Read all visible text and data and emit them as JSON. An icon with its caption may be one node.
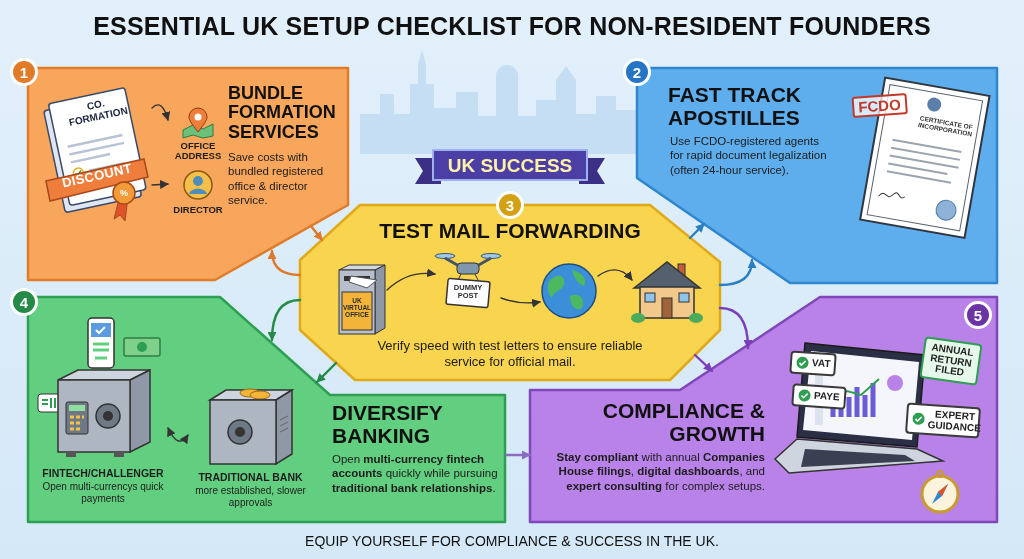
{
  "diagram": {
    "title": "ESSENTIAL UK SETUP CHECKLIST FOR NON-RESIDENT FOUNDERS",
    "caption": "EQUIP YOURSELF FOR COMPLIANCE & SUCCESS IN THE UK.",
    "nodes": [
      {
        "text": [
          "1",
          "BUNDLE FORMATION SERVICES",
          "Save costs with bundled registered office & director service."
        ]
      },
      {
        "text": [
          "CO. FORMATION",
          "DISCOUNT",
          "%"
        ],
        "in": 0
      },
      {
        "text": [
          "OFFICE ADDRESS"
        ],
        "in": 0
      },
      {
        "text": [
          "DIRECTOR"
        ],
        "in": 0
      },
      {
        "text": [
          "2",
          "FAST TRACK APOSTILLES",
          "Use FCDO-registered agents for rapid document legalization (often 24-hour service)."
        ]
      },
      {
        "text": [
          "FCDO",
          "CERTIFICATE OF INCORPORATION"
        ],
        "in": 4
      },
      {
        "text": [
          "UK SUCCESS"
        ]
      },
      {
        "text": [
          "3",
          "TEST MAIL FORWARDING",
          "Verify speed with test letters to ensure reliable service for official mail."
        ]
      },
      {
        "text": [
          "UK VIRTUAL OFFICE"
        ],
        "in": 7
      },
      {
        "text": [
          "DUMMY POST"
        ],
        "in": 7
      },
      {
        "text": [],
        "shape": "picture",
        "in": 7
      },
      {
        "text": [],
        "shape": "picture",
        "in": 7
      },
      {
        "text": [
          "4",
          "DIVERSIFY BANKING",
          "Open **multi-currency fintech accounts** quickly while pursuing **traditional bank relationships**."
        ]
      },
      {
        "text": [
          "FINTECH/CHALLENGER",
          "Open multi-currencys quick payments"
        ],
        "in": 12
      },
      {
        "text": [
          "TRADITIONAL BANK",
          "more established, slower approvals"
        ],
        "in": 12
      },
      {
        "text": [
          "5",
          "COMPLIANCE & GROWTH",
          "**Stay compliant** with annual **Companies House filings**, **digital dashboards**, and **expert consulting** for complex setups."
        ]
      },
      {
        "text": [
          "VAT",
          "PAYE",
          "ANNUAL RETURN FILED",
          "EXPERT GUIDANCE"
        ],
        "in": 15
      }
    ],
    "edges": [
      {
        "from": 1,
        "to": 2,
        "arrow": "to"
      },
      {
        "from": 1,
        "to": 3,
        "arrow": "to"
      },
      {
        "from": 0,
        "to": 7,
        "arrow": "to",
        "color": "#e0772a"
      },
      {
        "from": 7,
        "to": 0,
        "arrow": "to",
        "color": "#e0772a"
      },
      {
        "from": 7,
        "to": 4,
        "arrow": "to",
        "color": "#2a7fc4"
      },
      {
        "from": 7,
        "to": 4,
        "arrow": "to",
        "color": "#2a7fc4"
      },
      {
        "from": 8,
        "to": 9,
        "arrow": "to"
      },
      {
        "from": 9,
        "to": 10,
        "arrow": "to"
      },
      {
        "from": 10,
        "to": 11,
        "arrow": "to"
      },
      {
        "from": 7,
        "to": 12,
        "arrow": "to",
        "color": "#238a47"
      },
      {
        "from": 7,
        "to": 12,
        "arrow": "to",
        "color": "#238a47"
      },
      {
        "from": 13,
        "to": 14,
        "arrow": "both"
      },
      {
        "from": 7,
        "to": 15,
        "arrow": "to",
        "color": "#7a3fb8"
      },
      {
        "from": 7,
        "to": 15,
        "arrow": "to",
        "color": "#7a3fb8"
      },
      {
        "from": 12,
        "to": 15,
        "arrow": "to",
        "color": "#8c6cc0"
      }
    ]
  }
}
